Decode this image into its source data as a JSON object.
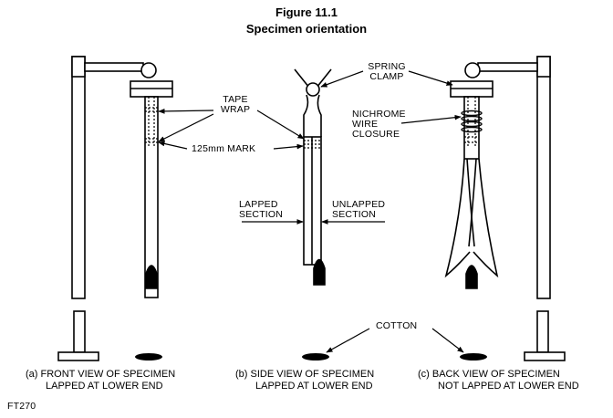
{
  "figure": {
    "title": "Figure 11.1",
    "subtitle": "Specimen orientation",
    "code": "FT270"
  },
  "labels": {
    "spring_clamp_1": "SPRING",
    "spring_clamp_2": "CLAMP",
    "tape_wrap_1": "TAPE",
    "tape_wrap_2": "WRAP",
    "mark_125": "125mm MARK",
    "nichrome_1": "NICHROME",
    "nichrome_2": "WIRE",
    "nichrome_3": "CLOSURE",
    "lapped_1": "LAPPED",
    "lapped_2": "SECTION",
    "unlapped_1": "UNLAPPED",
    "unlapped_2": "SECTION",
    "cotton": "COTTON"
  },
  "captions": {
    "a_1": "(a) FRONT VIEW OF SPECIMEN",
    "a_2": "LAPPED AT LOWER END",
    "b_1": "(b) SIDE VIEW OF SPECIMEN",
    "b_2": "LAPPED AT LOWER END",
    "c_1": "(c) BACK VIEW OF SPECIMEN",
    "c_2": "NOT LAPPED AT LOWER END"
  }
}
